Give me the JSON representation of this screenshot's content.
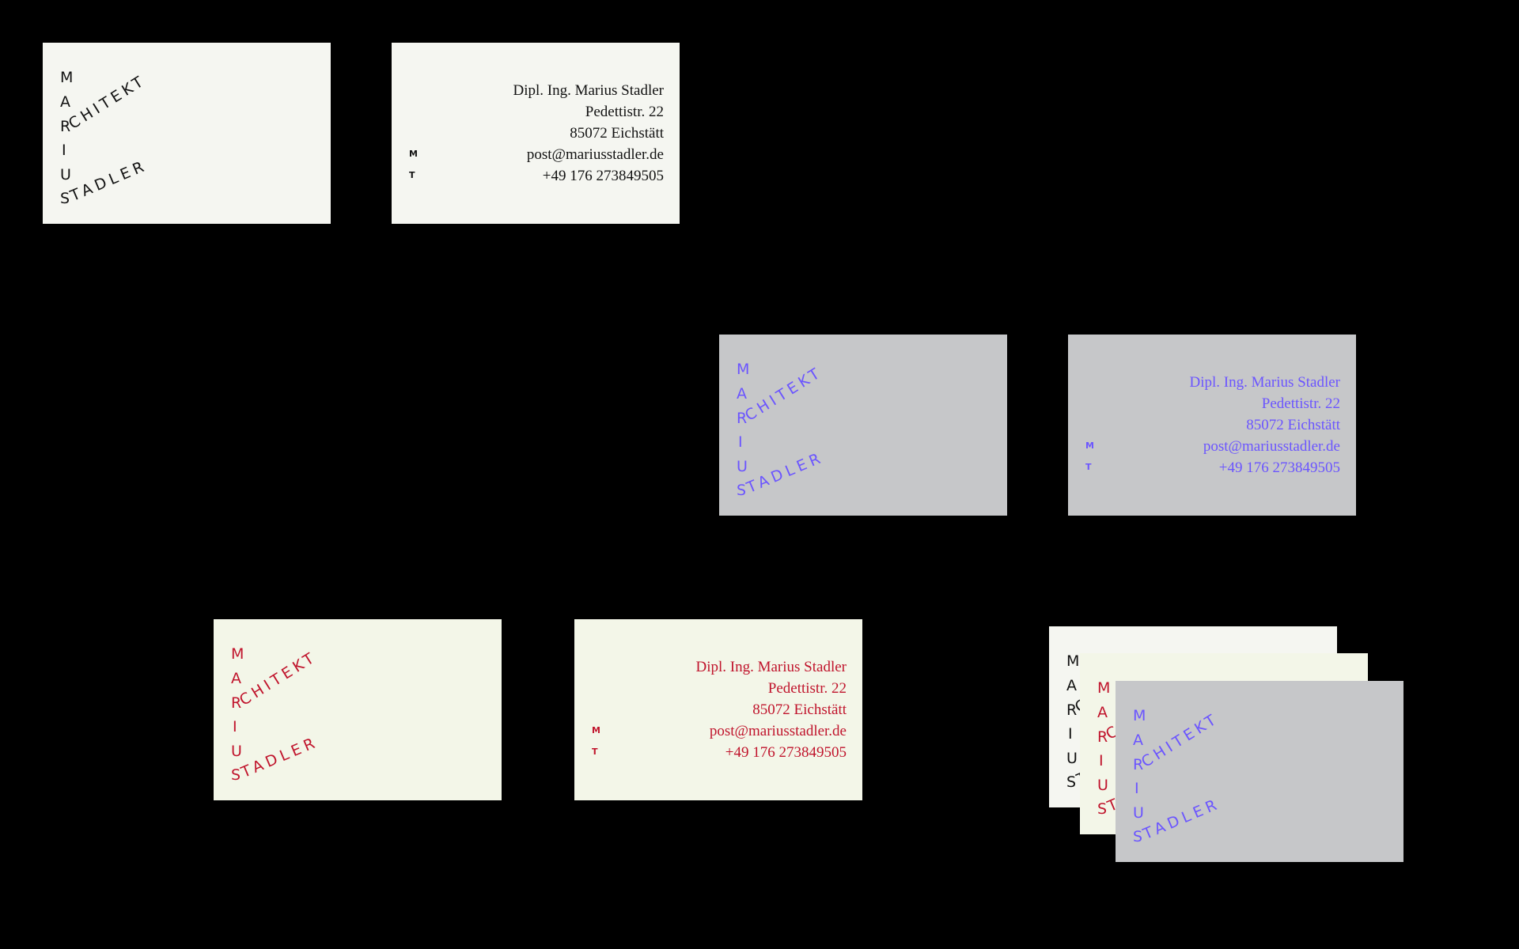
{
  "colors": {
    "background": "#000000",
    "card_white": "#f5f6f1",
    "card_gray": "#c6c7c9",
    "card_cream": "#f3f6e8",
    "ink_black": "#111111",
    "ink_violet": "#6b55ff",
    "ink_red": "#c0142c"
  },
  "logo": {
    "m": "M",
    "a": "A",
    "r": "R",
    "i": "I",
    "u": "U",
    "s": "S",
    "architekt": "CHITEKT",
    "stadler": "TADLER"
  },
  "contact": {
    "name": "Dipl. Ing. Marius Stadler",
    "street": "Pedettistr. 22",
    "city": "85072 Eichstätt",
    "email": "post@mariusstadler.de",
    "phone": "+49 176 273849505",
    "email_tag": "M",
    "phone_tag": "T"
  }
}
